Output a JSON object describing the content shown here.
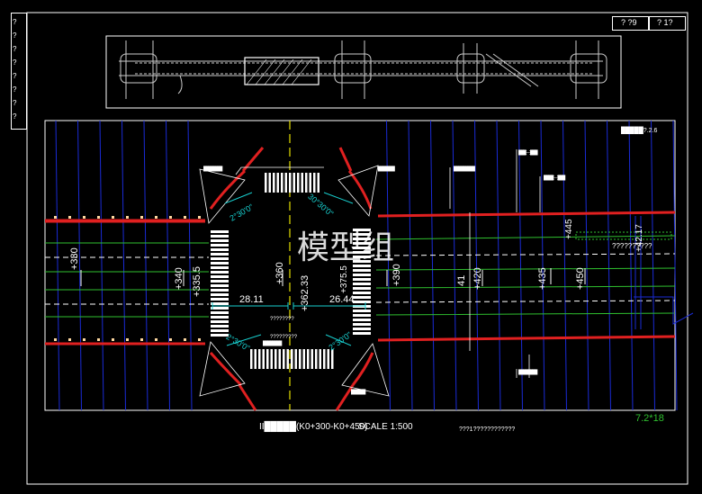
{
  "sheet": {
    "sheet_no": "? ?9",
    "sheet_total": "? 1?",
    "left_strip_labels": [
      "?",
      "?",
      "?",
      "?",
      "?",
      "?",
      "?",
      "?"
    ]
  },
  "drawing": {
    "title": "II█████(K0+300-K0+450)",
    "scale": "SCALE    1:500",
    "title_note": "???1????????????",
    "corner_label": "█████?.2.6",
    "bottom_right_ref": "7.2*18",
    "watermark": "模型组"
  },
  "stations": {
    "left_330": "+330",
    "left_340": "+340",
    "left_3355": "+335.5",
    "center_360": "+360",
    "center_36233": "+362.33",
    "center_3755": "+375.5",
    "right_390": "+390",
    "right_41": "41",
    "right_420": "+420",
    "right_435": "+435",
    "right_450": "+450",
    "top_445": "+445",
    "right_edge_4217": "+42.17"
  },
  "dimensions": {
    "left_width": "28.11",
    "right_width": "26.44"
  },
  "angles": {
    "tl": "2°30'0\"",
    "tr": "30°30'0\"",
    "bl": "2°30'0\"",
    "br": "2°30'0\""
  },
  "callouts": {
    "tl_note": "████████",
    "tr_note": "███████",
    "bl_note": "████████",
    "br_note": "██████",
    "mid_note": "████████",
    "right_note1": "█████████",
    "right_note2": "███(—)███",
    "right_note3": "████(—)███",
    "center_note1": "????????",
    "center_note2": "?????????",
    "lane_note": "??????????"
  },
  "colors": {
    "road_edge": "#e02020",
    "grid": "#1a2bd6",
    "lane": "#2fbf2f",
    "centerline": "#e6e000",
    "dim": "#18d0d0",
    "white": "#ffffff"
  }
}
